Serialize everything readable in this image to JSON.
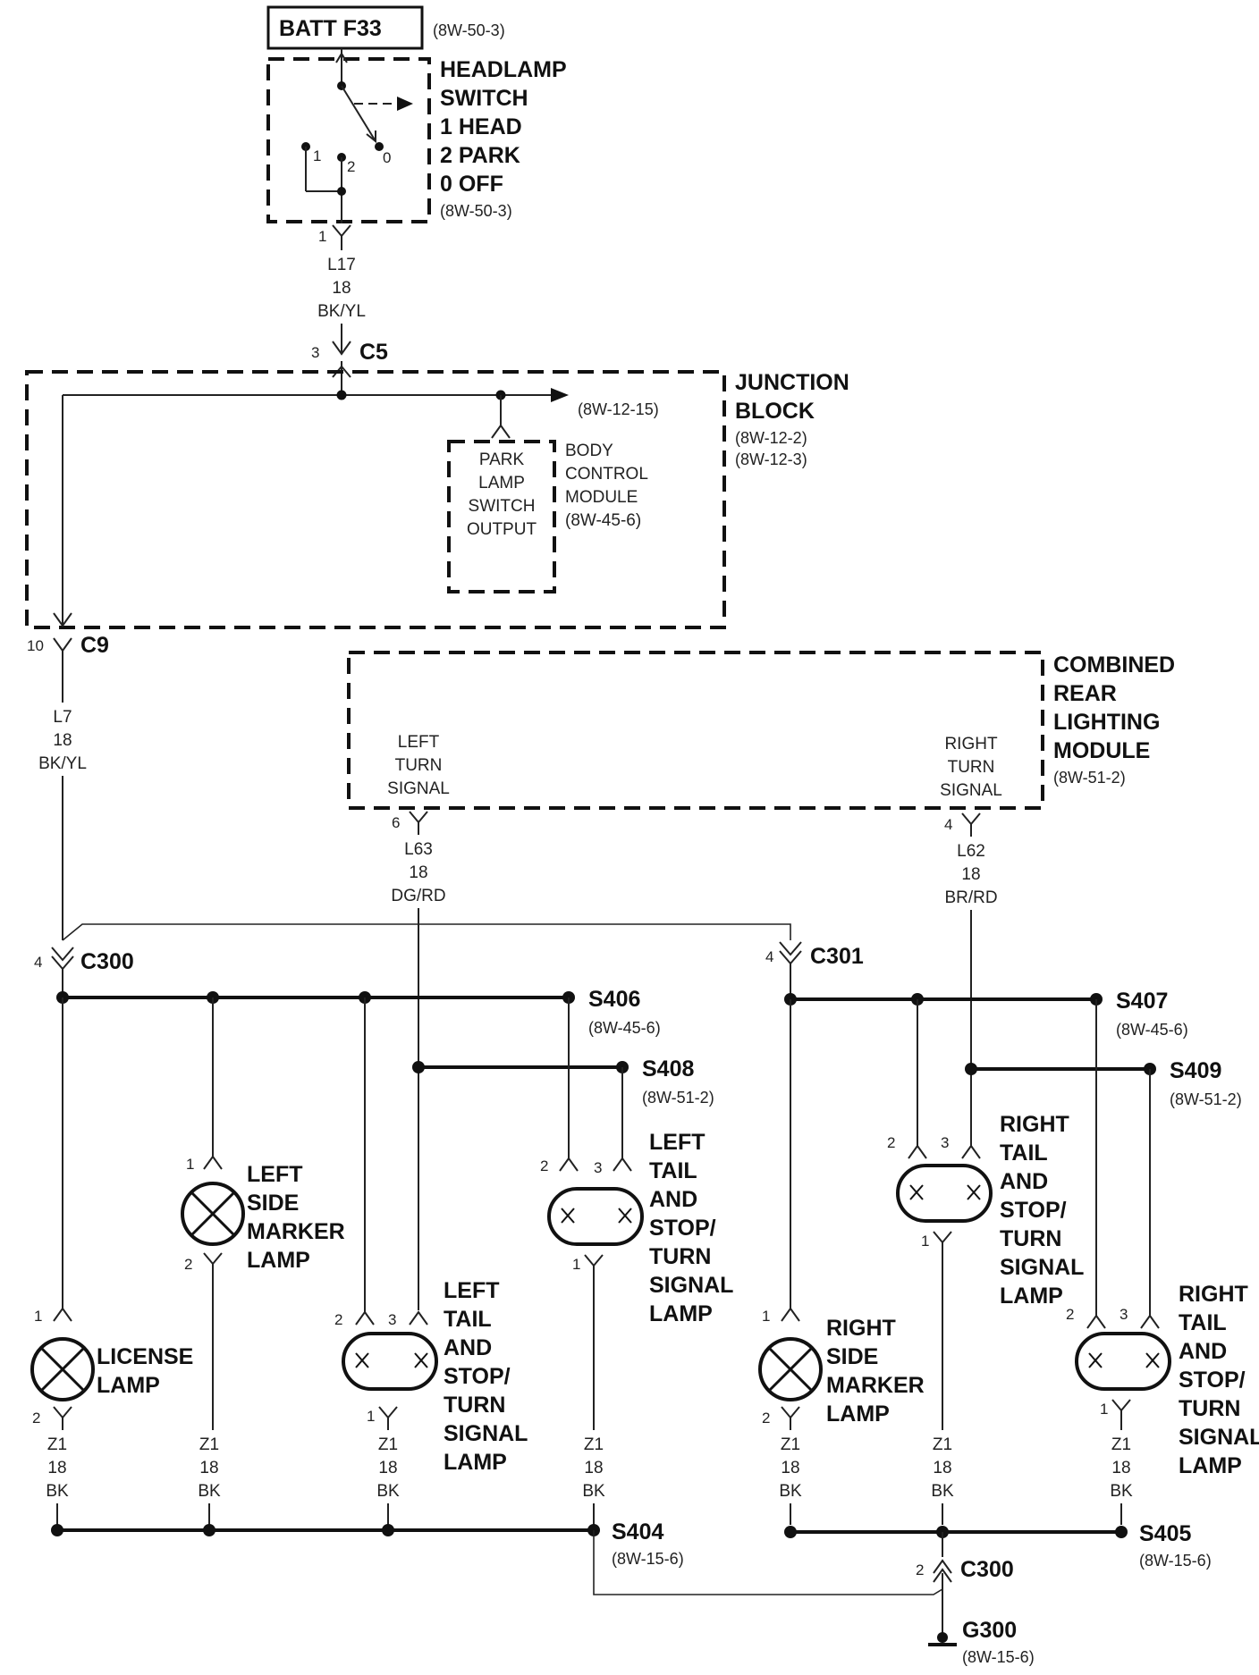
{
  "fuse": {
    "label": "BATT F33",
    "ref": "(8W-50-3)"
  },
  "headlamp_switch": {
    "lines": [
      "HEADLAMP",
      "SWITCH",
      "1 HEAD",
      "2 PARK",
      "0 OFF"
    ],
    "ref": "(8W-50-3)",
    "contacts": {
      "one": "1",
      "two": "2",
      "zero": "0"
    },
    "pin": "1"
  },
  "wire_l17": {
    "code": "L17",
    "gauge": "18",
    "color": "BK/YL"
  },
  "c5": {
    "name": "C5",
    "pin": "3"
  },
  "junction_block": {
    "lines": [
      "JUNCTION",
      "BLOCK"
    ],
    "refs": [
      "(8W-12-2)",
      "(8W-12-3)"
    ],
    "out_ref": "(8W-12-15)"
  },
  "bcm": {
    "inner_lines": [
      "PARK",
      "LAMP",
      "SWITCH",
      "OUTPUT"
    ],
    "lines": [
      "BODY",
      "CONTROL",
      "MODULE"
    ],
    "ref": "(8W-45-6)"
  },
  "c9": {
    "name": "C9",
    "pin": "10"
  },
  "wire_l7": {
    "code": "L7",
    "gauge": "18",
    "color": "BK/YL"
  },
  "crlm": {
    "lines": [
      "COMBINED",
      "REAR",
      "LIGHTING",
      "MODULE"
    ],
    "ref": "(8W-51-2)",
    "left_signal": [
      "LEFT",
      "TURN",
      "SIGNAL"
    ],
    "right_signal": [
      "RIGHT",
      "TURN",
      "SIGNAL"
    ],
    "left_pin": "6",
    "right_pin": "4"
  },
  "wire_l63": {
    "code": "L63",
    "gauge": "18",
    "color": "DG/RD"
  },
  "wire_l62": {
    "code": "L62",
    "gauge": "18",
    "color": "BR/RD"
  },
  "c300_top": {
    "name": "C300",
    "pin": "4"
  },
  "c301": {
    "name": "C301",
    "pin": "4"
  },
  "splices": {
    "s406": {
      "name": "S406",
      "ref": "(8W-45-6)"
    },
    "s408": {
      "name": "S408",
      "ref": "(8W-51-2)"
    },
    "s407": {
      "name": "S407",
      "ref": "(8W-45-6)"
    },
    "s409": {
      "name": "S409",
      "ref": "(8W-51-2)"
    },
    "s404": {
      "name": "S404",
      "ref": "(8W-15-6)"
    },
    "s405": {
      "name": "S405",
      "ref": "(8W-15-6)"
    }
  },
  "lamps": {
    "license": {
      "lines": [
        "LICENSE",
        "LAMP"
      ],
      "pin_in": "1",
      "pin_out": "2"
    },
    "left_side_marker": {
      "lines": [
        "LEFT",
        "SIDE",
        "MARKER",
        "LAMP"
      ],
      "pin_in": "1",
      "pin_out": "2"
    },
    "left_tail_a": {
      "lines": [
        "LEFT",
        "TAIL",
        "AND",
        "STOP/",
        "TURN",
        "SIGNAL",
        "LAMP"
      ],
      "pin_a": "2",
      "pin_b": "3",
      "pin_out": "1"
    },
    "left_tail_b": {
      "lines": [
        "LEFT",
        "TAIL",
        "AND",
        "STOP/",
        "TURN",
        "SIGNAL",
        "LAMP"
      ],
      "pin_a": "2",
      "pin_b": "3",
      "pin_out": "1"
    },
    "right_side_marker": {
      "lines": [
        "RIGHT",
        "SIDE",
        "MARKER",
        "LAMP"
      ],
      "pin_in": "1",
      "pin_out": "2"
    },
    "right_tail_a": {
      "lines": [
        "RIGHT",
        "TAIL",
        "AND",
        "STOP/",
        "TURN",
        "SIGNAL",
        "LAMP"
      ],
      "pin_a": "2",
      "pin_b": "3",
      "pin_out": "1"
    },
    "right_tail_b": {
      "lines": [
        "RIGHT",
        "TAIL",
        "AND",
        "STOP/",
        "TURN",
        "SIGNAL",
        "LAMP"
      ],
      "pin_a": "2",
      "pin_b": "3",
      "pin_out": "1"
    }
  },
  "ground_wire": {
    "code": "Z1",
    "gauge": "18",
    "color": "BK"
  },
  "c300_bottom": {
    "name": "C300",
    "pin": "2"
  },
  "g300": {
    "name": "G300",
    "ref": "(8W-15-6)"
  }
}
